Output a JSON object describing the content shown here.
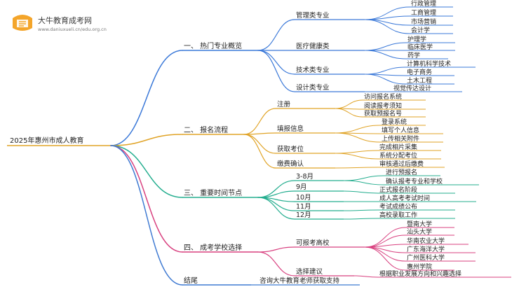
{
  "logo": {
    "name": "大牛教育成考网",
    "url": "www.daniuxueli.cn/edu.org.cn"
  },
  "root": "2025年惠州市成人教育",
  "colors": {
    "sec1": "#3a78d8",
    "sec2": "#e0a326",
    "sec3": "#23ad8e",
    "sec4": "#d8407f",
    "sec5": "#3f7ad2",
    "root": "#e0a326",
    "text": "#222222"
  },
  "sections": [
    {
      "label": "一、 热门专业概览",
      "children": [
        {
          "label": "管理类专业",
          "children": [
            "行政管理",
            "工商管理",
            "市场营销",
            "会计学"
          ]
        },
        {
          "label": "医疗健康类",
          "children": [
            "护理学",
            "临床医学",
            "药学"
          ]
        },
        {
          "label": "技术类专业",
          "children": [
            "计算机科学技术",
            "电子商务",
            "土木工程"
          ]
        },
        {
          "label": "设计类专业",
          "children": [
            "视觉传达设计"
          ]
        }
      ]
    },
    {
      "label": "二、 报名流程",
      "children": [
        {
          "label": "注册",
          "children": [
            "访问报名系统",
            "阅读报考须知",
            "获取预报名号"
          ]
        },
        {
          "label": "填报信息",
          "children": [
            "登录系统",
            "填写个人信息",
            "上传相关附件"
          ]
        },
        {
          "label": "获取考位",
          "children": [
            "完成相片采集",
            "系统分配考位"
          ]
        },
        {
          "label": "缴费确认",
          "children": [
            "审核通过后缴费"
          ]
        }
      ]
    },
    {
      "label": "三、 重要时间节点",
      "children": [
        {
          "label": "3-8月",
          "children": [
            "进行预报名",
            "确认报考专业和学校"
          ]
        },
        {
          "label": "9月",
          "children": [
            "正式报名阶段"
          ]
        },
        {
          "label": "10月",
          "children": [
            "成人高考考试时间"
          ]
        },
        {
          "label": "11月",
          "children": [
            "考试成绩公布"
          ]
        },
        {
          "label": "12月",
          "children": [
            "高校录取工作"
          ]
        }
      ]
    },
    {
      "label": "四、 成考学校选择",
      "children": [
        {
          "label": "可报考高校",
          "children": [
            "暨南大学",
            "汕头大学",
            "华南农业大学",
            "广东海洋大学",
            "广州医科大学",
            "惠州学院"
          ]
        },
        {
          "label": "选择建议",
          "children": [
            "根据职业发展方向和兴趣选择"
          ]
        }
      ]
    },
    {
      "label": "结尾",
      "children": [
        {
          "label": "咨询大牛教育老师获取支持",
          "children": []
        }
      ]
    }
  ]
}
